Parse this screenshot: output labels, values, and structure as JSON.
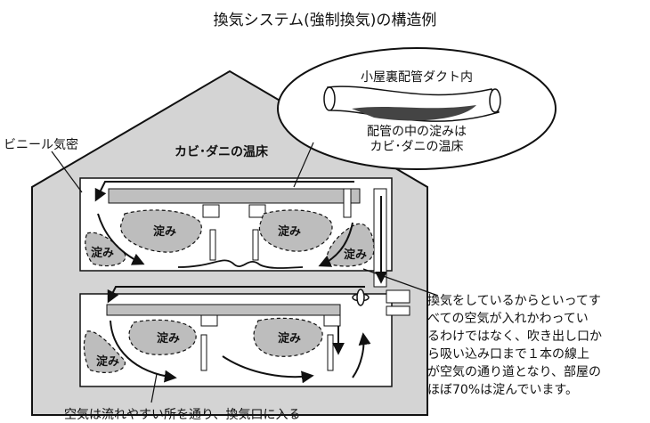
{
  "title": "換気システム(強制換気)の構造例",
  "labels": {
    "vinyl": "ビニール気密",
    "hotbed": "カビ･ダニの温床",
    "bottom": "空気は流れやすい所を通り、換気口に入る"
  },
  "duct_callout": {
    "label": "小屋裏配管ダクト内",
    "note": [
      "配管の中の淀みは",
      "カビ･ダニの温床"
    ]
  },
  "explanation": [
    "換気をしているからといってす",
    "べての空気が入れかわってい",
    "るわけではなく、吹き出し口か",
    "ら吸い込み口まで１本の線上",
    "が空気の通り道となり、部屋の",
    "ほぼ70%は淀んでいます。"
  ],
  "stagnation_label": "淀み"
}
